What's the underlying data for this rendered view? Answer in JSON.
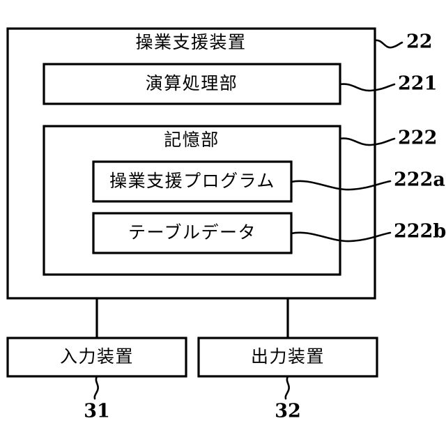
{
  "figure": {
    "type": "patent-block-diagram",
    "language": "ja",
    "background_color": "#ffffff",
    "line_color": "#000000"
  },
  "blocks": {
    "operation_support_device": {
      "label": "操業支援装置",
      "ref": "22"
    },
    "arithmetic_processing_unit": {
      "label": "演算処理部",
      "ref": "221"
    },
    "storage_unit": {
      "label": "記憶部",
      "ref": "222"
    },
    "operation_support_program": {
      "label": "操業支援プログラム",
      "ref": "222a"
    },
    "table_data": {
      "label": "テーブルデータ",
      "ref": "222b"
    },
    "input_device": {
      "label": "入力装置",
      "ref": "31"
    },
    "output_device": {
      "label": "出力装置",
      "ref": "32"
    }
  }
}
